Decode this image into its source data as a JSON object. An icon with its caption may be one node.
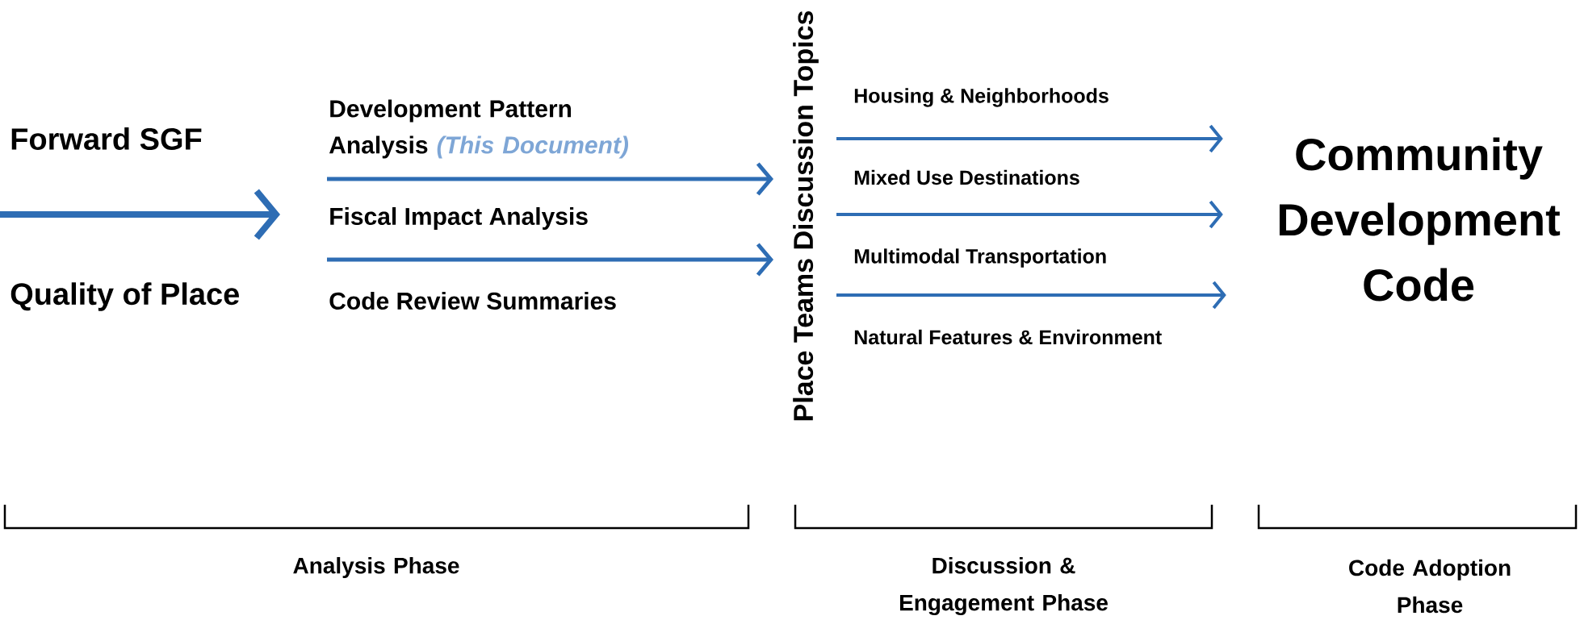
{
  "diagram": {
    "nodes": [
      {
        "text": [
          "Forward SGF"
        ]
      },
      {
        "text": [
          "Quality of Place"
        ]
      },
      {
        "text": [
          "Development Pattern Analysis",
          "(This Document)"
        ]
      },
      {
        "text": [
          "Fiscal Impact Analysis"
        ]
      },
      {
        "text": [
          "Code Review Summaries"
        ]
      },
      {
        "text": [
          "Place Teams Discussion Topics"
        ]
      },
      {
        "text": [
          "Housing & Neighborhoods"
        ]
      },
      {
        "text": [
          "Mixed Use Destinations"
        ]
      },
      {
        "text": [
          "Multimodal Transportation"
        ]
      },
      {
        "text": [
          "Natural Features & Environment"
        ]
      },
      {
        "text": [
          "Community Development Code"
        ]
      }
    ],
    "edges": [
      {
        "from": null,
        "to": 3,
        "arrow": "to",
        "style": "thick"
      },
      {
        "from": 2,
        "to": 5,
        "arrow": "to"
      },
      {
        "from": 3,
        "to": 5,
        "arrow": "to"
      },
      {
        "from": 5,
        "to": 10,
        "arrow": "to"
      },
      {
        "from": 5,
        "to": 10,
        "arrow": "to"
      },
      {
        "from": 5,
        "to": 10,
        "arrow": "to"
      }
    ],
    "labels": [
      "Analysis Phase",
      "Discussion & Engagement Phase",
      "Code Adoption Phase"
    ]
  }
}
